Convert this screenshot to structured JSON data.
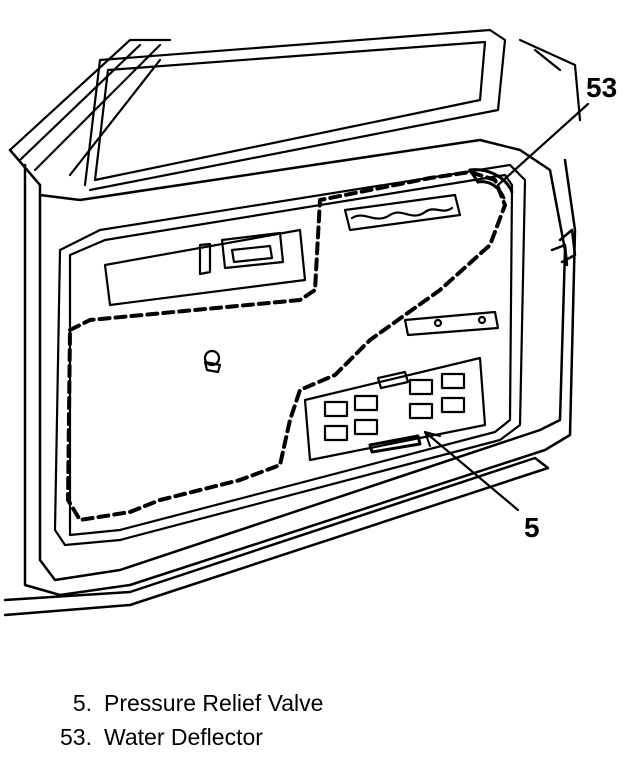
{
  "callouts": [
    {
      "id": "53",
      "label": "53"
    },
    {
      "id": "5",
      "label": "5"
    }
  ],
  "legend": [
    {
      "number": "5.",
      "text": "Pressure Relief Valve"
    },
    {
      "number": "53.",
      "text": "Water Deflector"
    }
  ],
  "colors": {
    "ink": "#000000",
    "paper": "#ffffff"
  }
}
